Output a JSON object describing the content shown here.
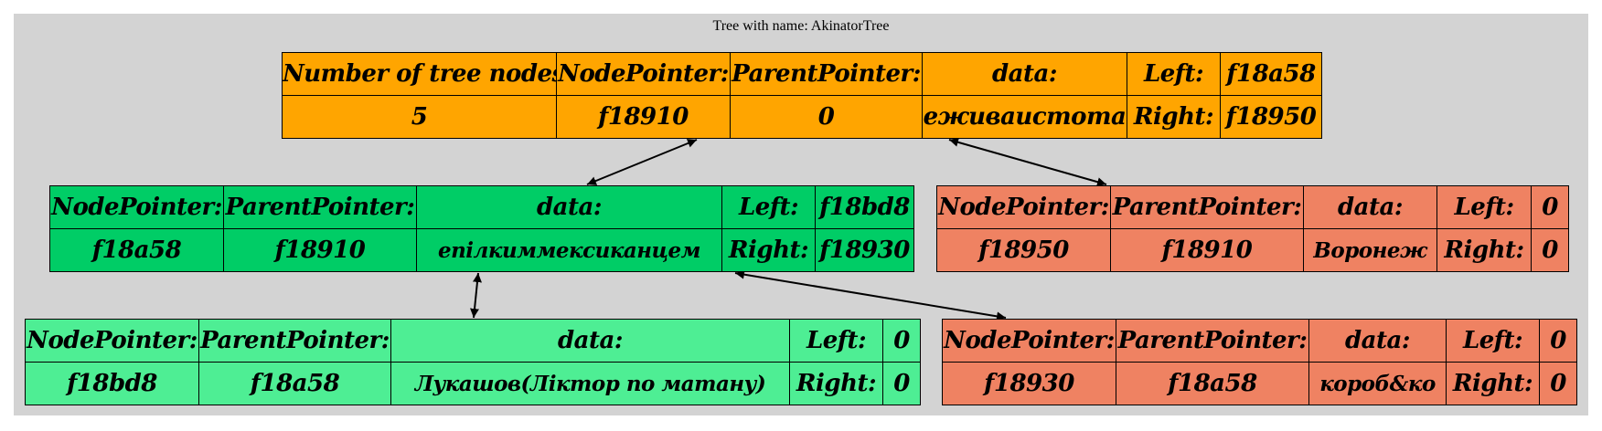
{
  "title": "Tree with name: AkinatorTree",
  "colors": {
    "root": "#ffa500",
    "green": "#00cd66",
    "lightgreen": "#4eee94",
    "salmon": "#ef8262",
    "cluster": "#d3d3d3"
  },
  "root": {
    "count_label": "Number of tree nodes:",
    "count": "5",
    "node_label": "NodePointer:",
    "node": "f18910",
    "parent_label": "ParentPointer:",
    "parent": "0",
    "data_label": "data:",
    "data": "еживаистота",
    "left_label": "Left:",
    "left": "f18a58",
    "right_label": "Right:",
    "right": "f18950"
  },
  "n1": {
    "node_label": "NodePointer:",
    "node": "f18a58",
    "parent_label": "ParentPointer:",
    "parent": "f18910",
    "data_label": "data:",
    "data": "епілкиммексиканцем",
    "left_label": "Left:",
    "left": "f18bd8",
    "right_label": "Right:",
    "right": "f18930"
  },
  "n2": {
    "node_label": "NodePointer:",
    "node": "f18950",
    "parent_label": "ParentPointer:",
    "parent": "f18910",
    "data_label": "data:",
    "data": "Воронеж",
    "left_label": "Left:",
    "left": "0",
    "right_label": "Right:",
    "right": "0"
  },
  "n3": {
    "node_label": "NodePointer:",
    "node": "f18bd8",
    "parent_label": "ParentPointer:",
    "parent": "f18a58",
    "data_label": "data:",
    "data": "Лукашов(Ліктор по матану)",
    "left_label": "Left:",
    "left": "0",
    "right_label": "Right:",
    "right": "0"
  },
  "n4": {
    "node_label": "NodePointer:",
    "node": "f18930",
    "parent_label": "ParentPointer:",
    "parent": "f18a58",
    "data_label": "data:",
    "data": "короб&ко",
    "left_label": "Left:",
    "left": "0",
    "right_label": "Right:",
    "right": "0"
  }
}
